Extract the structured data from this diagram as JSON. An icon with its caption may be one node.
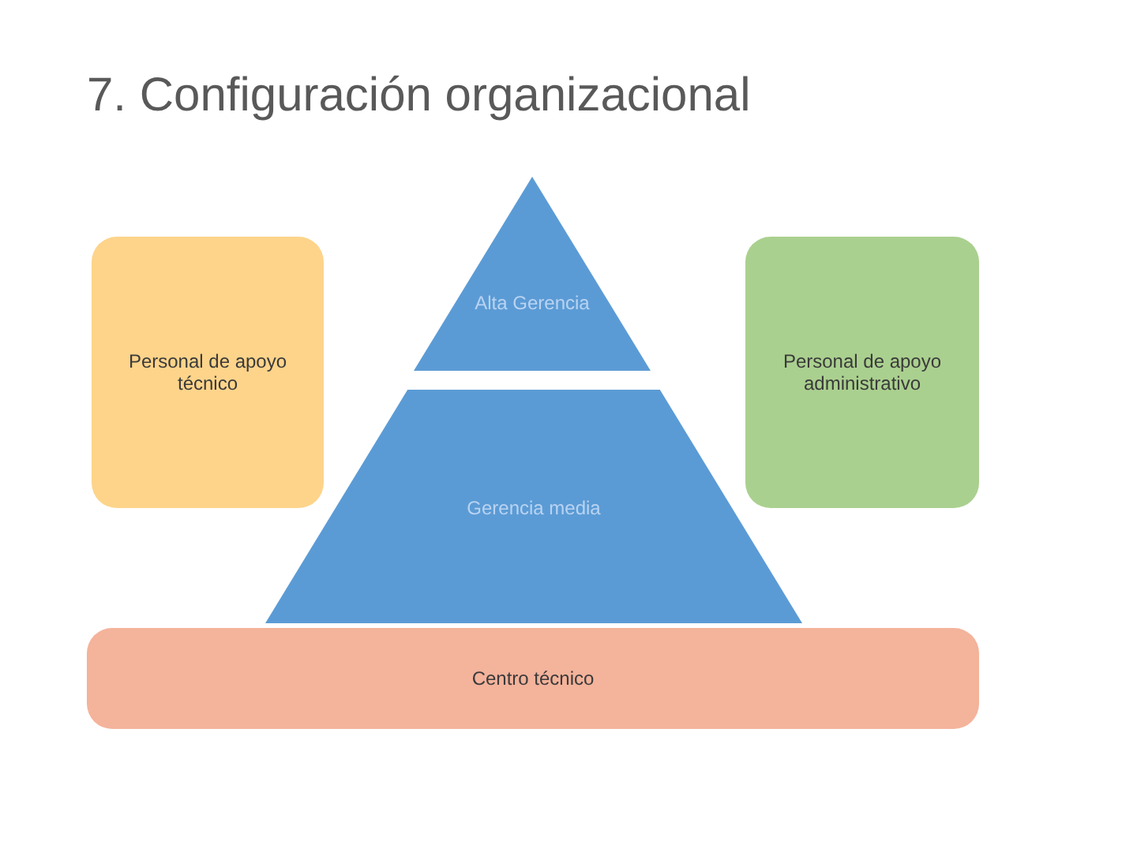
{
  "diagram": {
    "title": "7. Configuración organizacional",
    "nodes": [
      {
        "text": [
          "Personal de apoyo técnico"
        ]
      },
      {
        "text": [
          "Alta Gerencia"
        ]
      },
      {
        "text": [
          "Personal de apoyo administrativo"
        ]
      },
      {
        "text": [
          "Gerencia media"
        ]
      },
      {
        "text": [
          "Centro técnico"
        ]
      }
    ]
  }
}
